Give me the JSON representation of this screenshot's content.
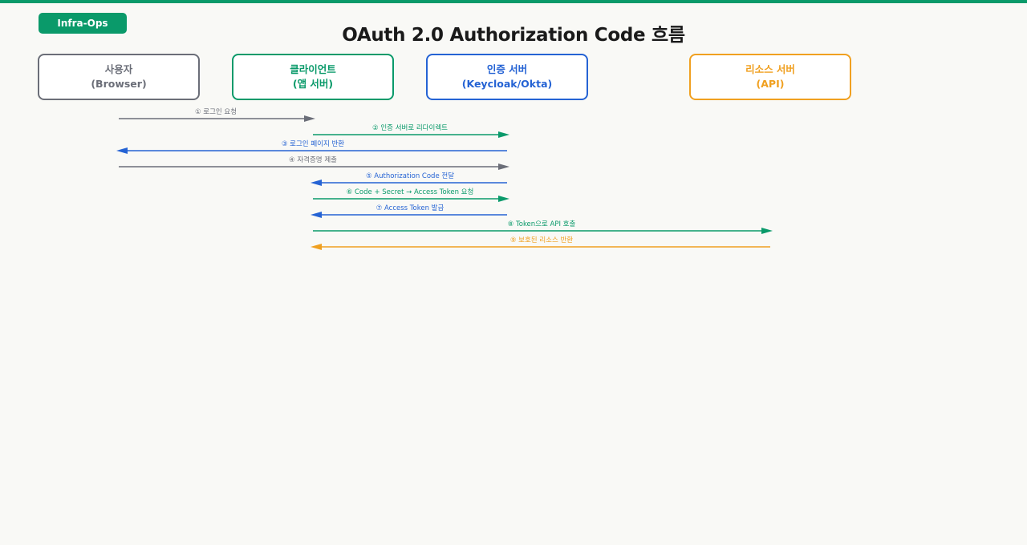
{
  "badge": "Infra-Ops",
  "title": "OAuth 2.0 Authorization Code 흐름",
  "colors": {
    "accent": "#0a9a6a",
    "gray": "#6b6e78",
    "green": "#0a9a6a",
    "blue": "#2563d4",
    "orange": "#f0a020"
  },
  "actors": [
    {
      "line1": "사용자",
      "line2": "(Browser)",
      "color": "gray"
    },
    {
      "line1": "클라이언트",
      "line2": "(앱 서버)",
      "color": "green"
    },
    {
      "line1": "인증 서버",
      "line2": "(Keycloak/Okta)",
      "color": "blue"
    },
    {
      "line1": "리소스 서버",
      "line2": "(API)",
      "color": "orange"
    }
  ],
  "messages": [
    {
      "from": 0,
      "to": 1,
      "label": "① 로그인 요청",
      "color": "gray"
    },
    {
      "from": 1,
      "to": 2,
      "label": "② 인증 서버로 리다이렉트",
      "color": "green"
    },
    {
      "from": 2,
      "to": 0,
      "label": "③ 로그인 페이지 반환",
      "color": "blue"
    },
    {
      "from": 0,
      "to": 2,
      "label": "④ 자격증명 제출",
      "color": "gray"
    },
    {
      "from": 2,
      "to": 1,
      "label": "⑤ Authorization Code 전달",
      "color": "blue"
    },
    {
      "from": 1,
      "to": 2,
      "label": "⑥ Code + Secret → Access Token 요청",
      "color": "green"
    },
    {
      "from": 2,
      "to": 1,
      "label": "⑦ Access Token 발급",
      "color": "blue"
    },
    {
      "from": 1,
      "to": 3,
      "label": "⑧ Token으로 API 호출",
      "color": "green"
    },
    {
      "from": 3,
      "to": 1,
      "label": "⑨ 보호된 리소스 반환",
      "color": "orange"
    }
  ]
}
